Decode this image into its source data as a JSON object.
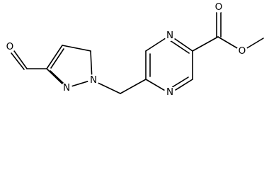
{
  "atoms": {
    "aldehyde_o": "O",
    "pyrazole_n2": "N",
    "pyrazole_n1": "N",
    "pyrazine_n4": "N",
    "pyrazine_n1": "N",
    "carbonyl_o": "O",
    "ester_o": "O"
  }
}
